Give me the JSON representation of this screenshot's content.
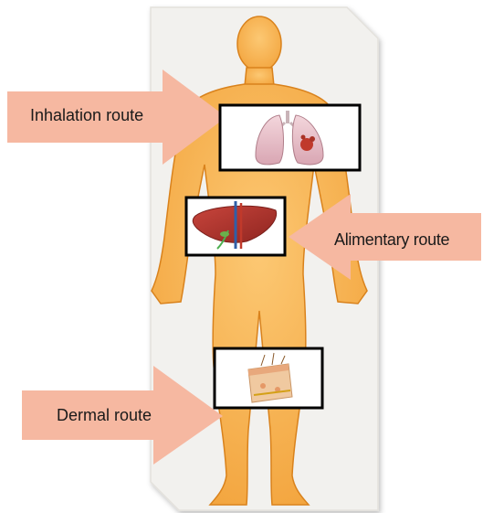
{
  "routes": {
    "inhalation": {
      "label": "Inhalation route",
      "organ": "lungs"
    },
    "alimentary": {
      "label": "Alimentary route",
      "organ": "liver"
    },
    "dermal": {
      "label": "Dermal route",
      "organ": "skin"
    }
  },
  "colors": {
    "arrow_fill": "#f6b8a1",
    "body_fill": "#f9b24d",
    "body_stroke": "#d9821c",
    "panel": "#f2f1ee",
    "frame": "#000000"
  }
}
